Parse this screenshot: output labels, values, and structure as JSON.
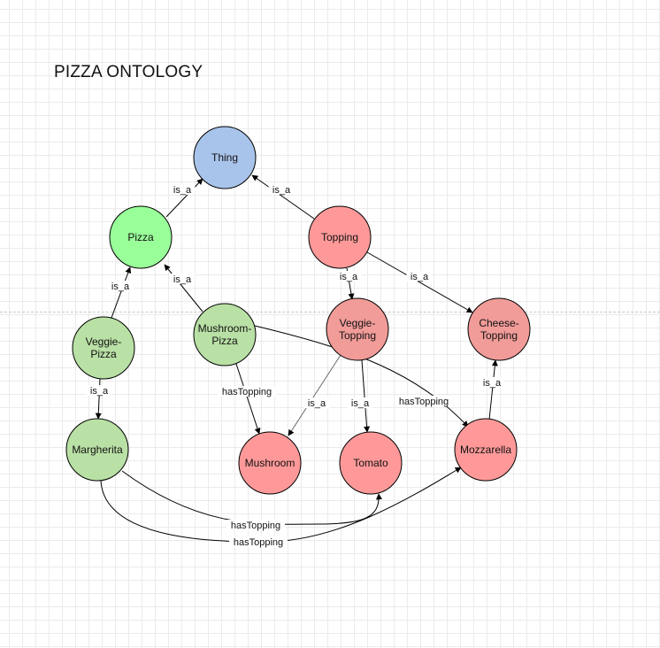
{
  "title": "PIZZA ONTOLOGY",
  "colors": {
    "thing": "#a9c4eb",
    "pizza_green": "#99ff99",
    "pizza_light": "#b9e0a5",
    "topping_red": "#ff9999",
    "topping_dark": "#f19c99",
    "stroke": "#000000"
  },
  "nodes": [
    {
      "id": "thing",
      "lines": [
        "Thing"
      ],
      "color": "#a9c4eb"
    },
    {
      "id": "pizza",
      "lines": [
        "Pizza"
      ],
      "color": "#99ff99"
    },
    {
      "id": "topping",
      "lines": [
        "Topping"
      ],
      "color": "#ff9999"
    },
    {
      "id": "veggie-pizza",
      "lines": [
        "Veggie-",
        "Pizza"
      ],
      "color": "#b9e0a5"
    },
    {
      "id": "mushroom-pizza",
      "lines": [
        "Mushroom-",
        "Pizza"
      ],
      "color": "#b9e0a5"
    },
    {
      "id": "veggie-topping",
      "lines": [
        "Veggie-",
        "Topping"
      ],
      "color": "#f19c99"
    },
    {
      "id": "cheese-topping",
      "lines": [
        "Cheese-",
        "Topping"
      ],
      "color": "#f19c99"
    },
    {
      "id": "margherita",
      "lines": [
        "Margherita"
      ],
      "color": "#b9e0a5"
    },
    {
      "id": "mushroom",
      "lines": [
        "Mushroom"
      ],
      "color": "#ff9999"
    },
    {
      "id": "tomato",
      "lines": [
        "Tomato"
      ],
      "color": "#ff9999"
    },
    {
      "id": "mozzarella",
      "lines": [
        "Mozzarella"
      ],
      "color": "#ff9999"
    }
  ],
  "edges": [
    {
      "id": "pizza-thing",
      "label": "is_a"
    },
    {
      "id": "topping-thing",
      "label": "is_a"
    },
    {
      "id": "veggiepizza-pizza",
      "label": "is_a"
    },
    {
      "id": "mushroompizza-pizza",
      "label": "is_a"
    },
    {
      "id": "topping-veggietopping",
      "label": "is_a"
    },
    {
      "id": "topping-cheesetopping",
      "label": "is_a"
    },
    {
      "id": "veggiepizza-margherita",
      "label": "is_a"
    },
    {
      "id": "mushroompizza-mushroom",
      "label": "hasTopping"
    },
    {
      "id": "mushroompizza-mozzarella",
      "label": "hasTopping"
    },
    {
      "id": "veggietopping-mushroom",
      "label": "is_a"
    },
    {
      "id": "veggietopping-tomato",
      "label": "is_a"
    },
    {
      "id": "mozzarella-cheesetopping",
      "label": "is_a"
    },
    {
      "id": "margherita-tomato",
      "label": "hasTopping"
    },
    {
      "id": "margherita-mozzarella",
      "label": "hasTopping"
    }
  ]
}
